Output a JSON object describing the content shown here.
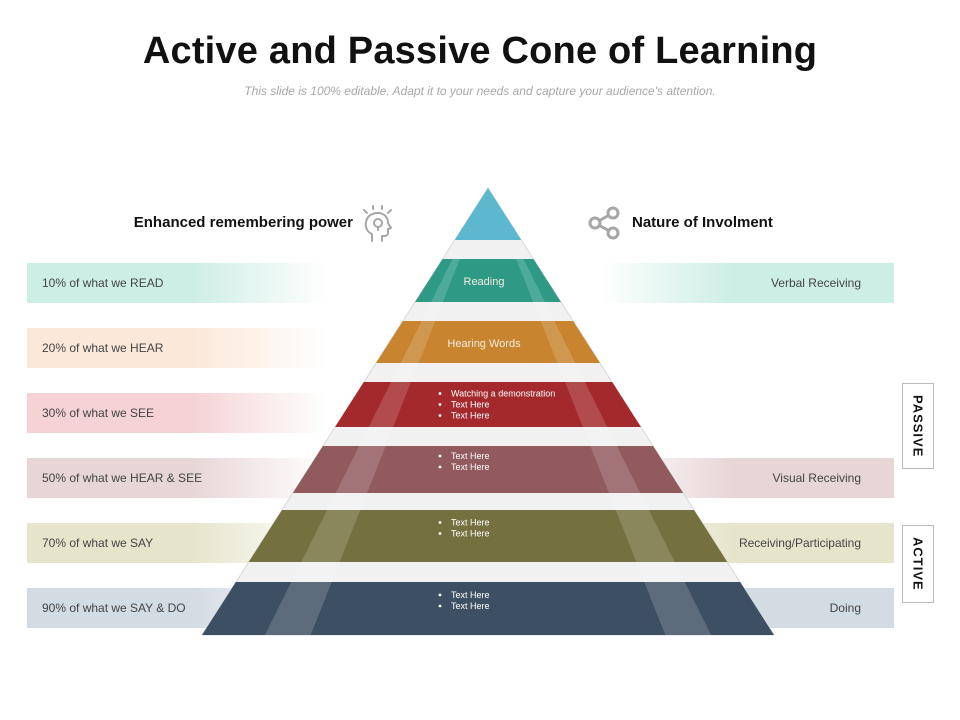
{
  "title": "Active and Passive Cone of Learning",
  "subtitle": "This slide is 100% editable. Adapt it to your needs and capture your audience's attention.",
  "left_header": "Enhanced remembering power",
  "right_header": "Nature of Involment",
  "icons": {
    "left": "head-idea-icon",
    "right": "share-icon"
  },
  "left_items": [
    {
      "label": "10% of what we READ",
      "color": "#cdeee5"
    },
    {
      "label": "20% of what we HEAR",
      "color": "#fbe8d8"
    },
    {
      "label": "30% of what we SEE",
      "color": "#f5d3d4"
    },
    {
      "label": "50% of what we HEAR & SEE",
      "color": "#e8d6d7"
    },
    {
      "label": "70% of what we SAY",
      "color": "#e6e5cc"
    },
    {
      "label": "90% of what we SAY & DO",
      "color": "#d3dbe3"
    }
  ],
  "right_items": [
    {
      "label": "Verbal Receiving",
      "color": "#cdeee5",
      "row": 0
    },
    {
      "label": "Visual Receiving",
      "color": "#e8d6d7",
      "row": 3
    },
    {
      "label": "Receiving/Participating",
      "color": "#e6e5cc",
      "row": 4
    },
    {
      "label": "Doing",
      "color": "#d3dbe3",
      "row": 5
    }
  ],
  "pyramid": {
    "apex_color": "#5bb8cf",
    "levels": [
      {
        "title": "Reading",
        "bullets": [],
        "color": "#2e9a86"
      },
      {
        "title": "Hearing Words",
        "bullets": [],
        "color": "#c8842f"
      },
      {
        "title": "",
        "bullets": [
          "Watching a demonstration",
          "Text Here",
          "Text Here"
        ],
        "color": "#a3292c"
      },
      {
        "title": "",
        "bullets": [
          "Text Here",
          "Text Here"
        ],
        "color": "#915a5d"
      },
      {
        "title": "",
        "bullets": [
          "Text Here",
          "Text Here"
        ],
        "color": "#74703f"
      },
      {
        "title": "",
        "bullets": [
          "Text Here",
          "Text Here"
        ],
        "color": "#3d5063"
      }
    ]
  },
  "side_labels": {
    "passive": "PASSIVE",
    "active": "ACTIVE"
  }
}
